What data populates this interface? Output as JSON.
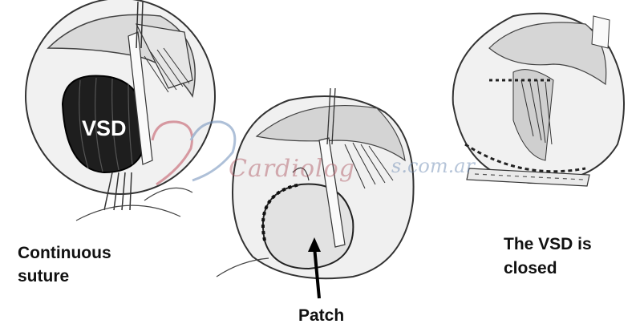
{
  "labels": {
    "left": "Continuous\nsuture",
    "right": "The VSD is\nclosed",
    "patch": "Patch",
    "vsd": "VSD"
  },
  "watermark": {
    "script": "Cardiolog",
    "domain": "s.com.ar"
  },
  "colors": {
    "ink": "#111111",
    "watermark_red": "#c0505f",
    "watermark_blue": "#6c8cb8"
  }
}
